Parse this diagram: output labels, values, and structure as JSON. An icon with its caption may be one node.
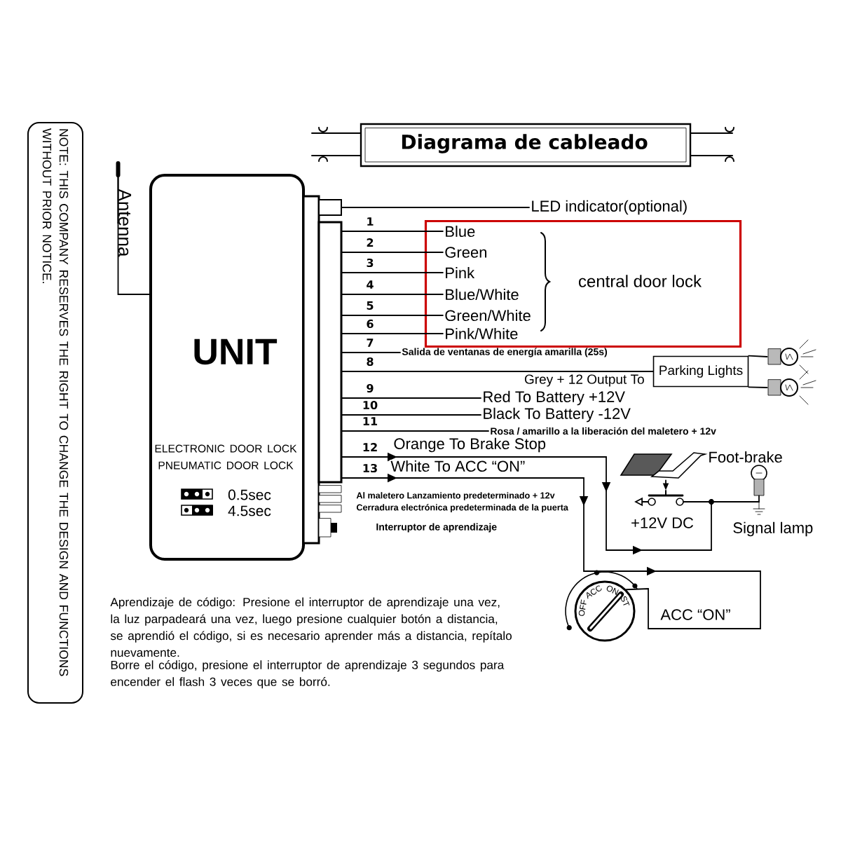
{
  "diagram": {
    "title": "Diagrama de cableado",
    "nodes": [
      {
        "text": [
          "NOTE: THIS COMPANY RESERVES THE RIGHT TO CHANGE THE DESIGN AND FUNCTIONS WITHOUT PRIOR NOTICE."
        ]
      },
      {
        "text": [
          "Antenna"
        ]
      },
      {
        "text": [
          "UNIT",
          "ELECTRONIC DOOR LOCK PNEUMATIC DOOR LOCK",
          "0.5sec",
          "4.5sec"
        ]
      },
      {
        "text": [
          "LED indicator(optional)"
        ]
      },
      {
        "text": [
          "central door lock"
        ]
      },
      {
        "text": [
          "Blue"
        ],
        "in": 4
      },
      {
        "text": [
          "Green"
        ],
        "in": 4
      },
      {
        "text": [
          "Pink"
        ],
        "in": 4
      },
      {
        "text": [
          "Blue/White"
        ],
        "in": 4
      },
      {
        "text": [
          "Green/White"
        ],
        "in": 4
      },
      {
        "text": [
          "Pink/White"
        ],
        "in": 4
      },
      {
        "text": [
          "Salida de ventanas de energía amarilla (25s)"
        ]
      },
      {
        "text": [
          "Parking Lights"
        ]
      },
      {
        "text": [],
        "shape": "picture"
      },
      {
        "text": [],
        "shape": "picture"
      },
      {
        "text": [
          "Red  To Battery +12V"
        ]
      },
      {
        "text": [
          "Black To Battery -12V"
        ]
      },
      {
        "text": [
          "Rosa / amarillo a la liberación del maletero + 12v"
        ]
      },
      {
        "text": [],
        "shape": "picture",
        "beside": [
          "Foot-brake"
        ]
      },
      {
        "text": [],
        "shape": "picture"
      },
      {
        "text": [],
        "shape": "picture",
        "beside": [
          "Signal lamp"
        ]
      },
      {
        "text": [
          "OFF",
          "ACC",
          "ON",
          "ST"
        ],
        "beside": [
          "ACC “ON”"
        ]
      }
    ],
    "edges": [
      {
        "from": 1,
        "to": 2,
        "arrow": "none"
      },
      {
        "from": 2,
        "to": 3,
        "arrow": "none"
      },
      {
        "from": 2,
        "to": 5,
        "arrow": "none"
      },
      {
        "from": 2,
        "to": 6,
        "arrow": "none"
      },
      {
        "from": 2,
        "to": 7,
        "arrow": "none"
      },
      {
        "from": 2,
        "to": 8,
        "arrow": "none"
      },
      {
        "from": 2,
        "to": 9,
        "arrow": "none"
      },
      {
        "from": 2,
        "to": 10,
        "arrow": "none"
      },
      {
        "from": 2,
        "to": 11,
        "arrow": "none"
      },
      {
        "from": 2,
        "to": 12,
        "arrow": "none"
      },
      {
        "from": 2,
        "to": 15,
        "arrow": "none"
      },
      {
        "from": 2,
        "to": 16,
        "arrow": "none"
      },
      {
        "from": 2,
        "to": 17,
        "arrow": "none"
      },
      {
        "from": 2,
        "to": 19,
        "arrow": "to",
        "label": "Orange To Brake Stop"
      },
      {
        "from": 2,
        "to": 21,
        "arrow": "to",
        "label": "White To ACC “ON”"
      },
      {
        "from": 12,
        "to": 13,
        "arrow": "none"
      },
      {
        "from": 12,
        "to": 14,
        "arrow": "none"
      },
      {
        "from": 18,
        "to": 19,
        "arrow": "to"
      },
      {
        "from": 19,
        "to": 20,
        "arrow": "none"
      },
      {
        "from": 19,
        "to": null,
        "arrow": "to"
      }
    ],
    "labels": [
      "1",
      "2",
      "3",
      "4",
      "5",
      "6",
      "7",
      "8",
      "9",
      "10",
      "11",
      "12",
      "13",
      "+12V DC",
      "Grey + 12 Output To",
      "Al maletero Lanzamiento predeterminado + 12v",
      "Cerradura electrónica predeterminada de la puerta",
      "Interruptor de aprendizaje",
      "Aprendizaje de código: Presione el interruptor de aprendizaje una vez, la luz parpadeará una vez, luego presione cualquier botón a distancia, se aprendió el código, si es necesario aprender más a distancia, repítalo nuevamente.",
      "Borre el código, presione el interruptor de aprendizaje 3 segundos para encender el flash 3 veces que se borró."
    ]
  }
}
